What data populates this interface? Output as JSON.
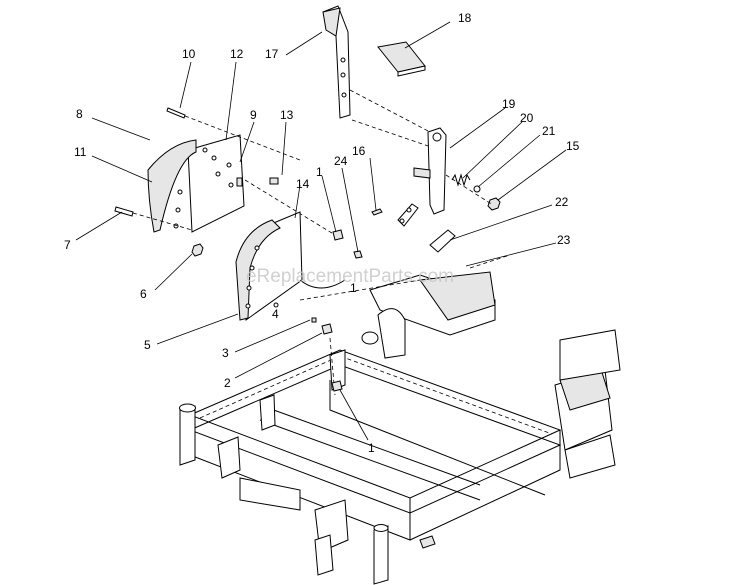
{
  "watermark": "eReplacementParts.com",
  "callouts": [
    {
      "id": "c18",
      "label": "18"
    },
    {
      "id": "c17",
      "label": "17"
    },
    {
      "id": "c10",
      "label": "10"
    },
    {
      "id": "c12",
      "label": "12"
    },
    {
      "id": "c8",
      "label": "8"
    },
    {
      "id": "c9",
      "label": "9"
    },
    {
      "id": "c13",
      "label": "13"
    },
    {
      "id": "c11",
      "label": "11"
    },
    {
      "id": "c19",
      "label": "19"
    },
    {
      "id": "c20",
      "label": "20"
    },
    {
      "id": "c21",
      "label": "21"
    },
    {
      "id": "c15",
      "label": "15"
    },
    {
      "id": "c16",
      "label": "16"
    },
    {
      "id": "c24",
      "label": "24"
    },
    {
      "id": "c1a",
      "label": "1"
    },
    {
      "id": "c14",
      "label": "14"
    },
    {
      "id": "c22",
      "label": "22"
    },
    {
      "id": "c7",
      "label": "7"
    },
    {
      "id": "c23",
      "label": "23"
    },
    {
      "id": "c6",
      "label": "6"
    },
    {
      "id": "c1b",
      "label": "1"
    },
    {
      "id": "c4",
      "label": "4"
    },
    {
      "id": "c5",
      "label": "5"
    },
    {
      "id": "c3",
      "label": "3"
    },
    {
      "id": "c2",
      "label": "2"
    },
    {
      "id": "c1c",
      "label": "1"
    }
  ]
}
